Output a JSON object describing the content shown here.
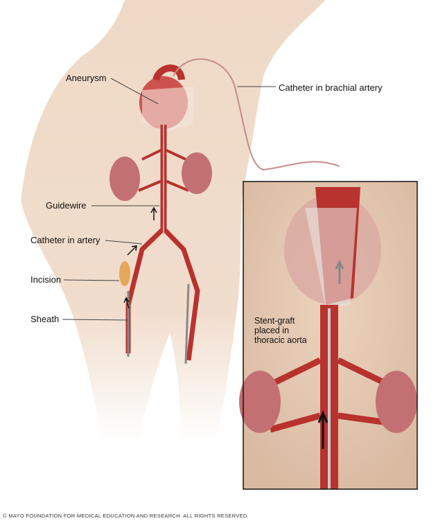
{
  "labels": {
    "aneurysm": "Aneurysm",
    "brachial_catheter": "Catheter in brachial artery",
    "guidewire": "Guidewire",
    "catheter_in_artery": "Catheter in artery",
    "incision": "Incision",
    "sheath": "Sheath"
  },
  "inset": {
    "label_lines": [
      "Stent-graft",
      "placed in",
      "thoracic aorta"
    ]
  },
  "copyright": "© MAYO FOUNDATION FOR MEDICAL EDUCATION AND RESEARCH. ALL RIGHTS RESERVED.",
  "colors": {
    "skin": "#efd9c6",
    "artery": "#b8322e",
    "kidney": "#c27072",
    "inset_border": "#111111"
  }
}
